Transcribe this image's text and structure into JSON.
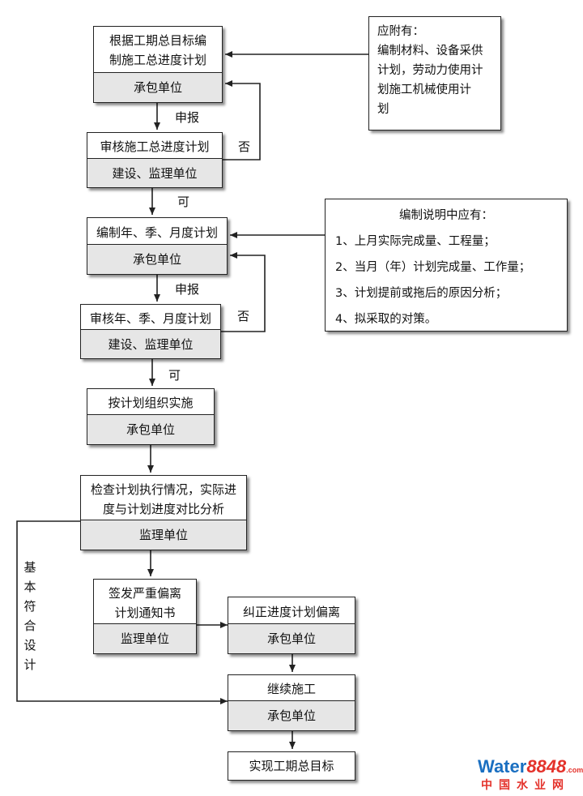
{
  "steps": [
    {
      "id": "s1",
      "action": "根据工期总目标编制施工总进度计划",
      "action_lines": [
        "根据工期总目标编",
        "制施工总进度计划"
      ],
      "party": "承包单位"
    },
    {
      "id": "s2",
      "action": "审核施工总进度计划",
      "party": "建设、监理单位"
    },
    {
      "id": "s3",
      "action": "编制年、季、月度计划",
      "party": "承包单位"
    },
    {
      "id": "s4",
      "action": "审核年、季、月度计划",
      "party": "建设、监理单位"
    },
    {
      "id": "s5",
      "action": "按计划组织实施",
      "party": "承包单位"
    },
    {
      "id": "s6",
      "action": "检查计划执行情况，实际进度与计划进度对比分析",
      "action_lines": [
        "检查计划执行情况，实际进",
        "度与计划进度对比分析"
      ],
      "party": "监理单位"
    },
    {
      "id": "s7",
      "action": "签发严重偏离计划通知书",
      "action_lines": [
        "签发严重偏离",
        "计划通知书"
      ],
      "party": "监理单位"
    },
    {
      "id": "s8",
      "action": "纠正进度计划偏离",
      "party": "承包单位"
    },
    {
      "id": "s9",
      "action": "继续施工",
      "party": "承包单位"
    },
    {
      "id": "s10",
      "action": "实现工期总目标"
    }
  ],
  "edge_labels": {
    "report_1": "申报",
    "reject_1": "否",
    "approve_1": "可",
    "report_2": "申报",
    "reject_2": "否",
    "approve_2": "可",
    "basic_conform": "基本符合设计",
    "basic_conform_chars": [
      "基",
      "本",
      "符",
      "合",
      "设",
      "计"
    ]
  },
  "notes": {
    "attachments": {
      "lines": [
        "应附有：",
        "编制材料、设备采供",
        "计划，劳动力使用计",
        "划施工机械使用计",
        "划"
      ]
    },
    "explanation": {
      "title": "编制说明中应有：",
      "items": [
        "1、上月实际完成量、工程量；",
        "2、当月（年）计划完成量、工作量；",
        "3、计划提前或拖后的原因分析；",
        "4、拟采取的对策。"
      ]
    }
  },
  "watermark": {
    "logo_main": "Water",
    "logo_num": "8848",
    "logo_suffix": ".com",
    "subtitle": "中国水业网"
  },
  "colors": {
    "party_fill": "#e6e6e6",
    "line": "#222222",
    "watermark_blue": "#1a6fc1",
    "watermark_red": "#e4322b"
  }
}
